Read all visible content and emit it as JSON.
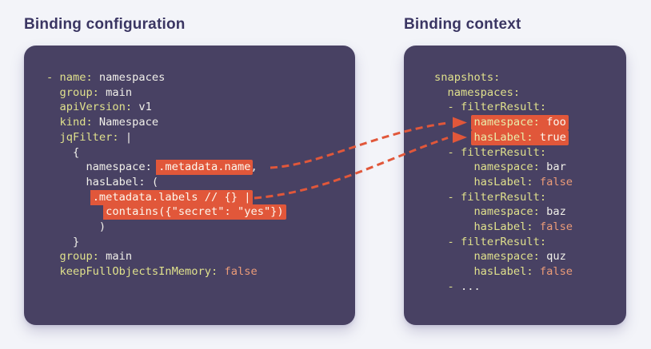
{
  "colors": {
    "page-bg": "#f3f4f9",
    "panel-bg": "#484163",
    "title": "#3b3663",
    "code-key": "#dfe08c",
    "code-plain": "#f1f0ea",
    "code-bool": "#eb9b78",
    "highlight-bg": "#e1573a",
    "highlight-text": "#fdf8ef",
    "highlight-key": "#e9edaa",
    "arrow": "#e1573a"
  },
  "left": {
    "title": "Binding configuration",
    "code_lines": [
      [
        {
          "c": "key",
          "t": "- name:"
        },
        {
          "c": "plain",
          "t": " namespaces"
        }
      ],
      [
        {
          "c": "key",
          "t": "  group:"
        },
        {
          "c": "plain",
          "t": " main"
        }
      ],
      [
        {
          "c": "key",
          "t": "  apiVersion:"
        },
        {
          "c": "plain",
          "t": " v1"
        }
      ],
      [
        {
          "c": "key",
          "t": "  kind:"
        },
        {
          "c": "plain",
          "t": " Namespace"
        }
      ],
      [
        {
          "c": "key",
          "t": "  jqFilter:"
        },
        {
          "c": "plain",
          "t": " |"
        }
      ],
      [
        {
          "c": "plain",
          "t": "    {"
        }
      ],
      [
        {
          "c": "plain",
          "t": "      namespace: "
        },
        {
          "c": "plain",
          "hl": true,
          "t": ".metadata.name"
        },
        {
          "c": "plain",
          "t": ","
        }
      ],
      [
        {
          "c": "plain",
          "t": "      hasLabel: ("
        }
      ],
      [
        {
          "c": "plain",
          "t": "       "
        },
        {
          "c": "plain",
          "hl": true,
          "t": ".metadata.labels // {} |"
        }
      ],
      [
        {
          "c": "plain",
          "t": "         "
        },
        {
          "c": "plain",
          "hl": true,
          "t": "contains({\"secret\": \"yes\"})"
        }
      ],
      [
        {
          "c": "plain",
          "t": "        )"
        }
      ],
      [
        {
          "c": "plain",
          "t": "    }"
        }
      ],
      [
        {
          "c": "key",
          "t": "  group:"
        },
        {
          "c": "plain",
          "t": " main"
        }
      ],
      [
        {
          "c": "key",
          "t": "  keepFullObjectsInMemory:"
        },
        {
          "c": "bool",
          "t": " false"
        }
      ]
    ]
  },
  "right": {
    "title": "Binding context",
    "code_lines": [
      [
        {
          "c": "key",
          "t": "snapshots:"
        }
      ],
      [
        {
          "c": "key",
          "t": "  namespaces:"
        }
      ],
      [
        {
          "c": "key",
          "t": "  - filterResult:"
        }
      ],
      [
        {
          "c": "plain",
          "t": "      "
        },
        {
          "c": "key",
          "hl": true,
          "t": "namespace:"
        },
        {
          "c": "plain",
          "hl": true,
          "t": " foo"
        }
      ],
      [
        {
          "c": "plain",
          "t": "      "
        },
        {
          "c": "key",
          "hl": true,
          "t": "hasLabel:"
        },
        {
          "c": "plain",
          "hl": true,
          "t": " true"
        }
      ],
      [
        {
          "c": "key",
          "t": "  - filterResult:"
        }
      ],
      [
        {
          "c": "key",
          "t": "      namespace:"
        },
        {
          "c": "plain",
          "t": " bar"
        }
      ],
      [
        {
          "c": "key",
          "t": "      hasLabel:"
        },
        {
          "c": "bool",
          "t": " false"
        }
      ],
      [
        {
          "c": "key",
          "t": "  - filterResult:"
        }
      ],
      [
        {
          "c": "key",
          "t": "      namespace:"
        },
        {
          "c": "plain",
          "t": " baz"
        }
      ],
      [
        {
          "c": "key",
          "t": "      hasLabel:"
        },
        {
          "c": "bool",
          "t": " false"
        }
      ],
      [
        {
          "c": "key",
          "t": "  - filterResult:"
        }
      ],
      [
        {
          "c": "key",
          "t": "      namespace:"
        },
        {
          "c": "plain",
          "t": " quz"
        }
      ],
      [
        {
          "c": "key",
          "t": "      hasLabel:"
        },
        {
          "c": "bool",
          "t": " false"
        }
      ],
      [
        {
          "c": "key",
          "t": "  - "
        },
        {
          "c": "plain",
          "t": "..."
        }
      ]
    ]
  },
  "arrows": [
    {
      "from": ".metadata.name",
      "to": "namespace: foo"
    },
    {
      "from": ".metadata.labels // {} | contains({\"secret\": \"yes\"})",
      "to": "hasLabel: true"
    }
  ]
}
